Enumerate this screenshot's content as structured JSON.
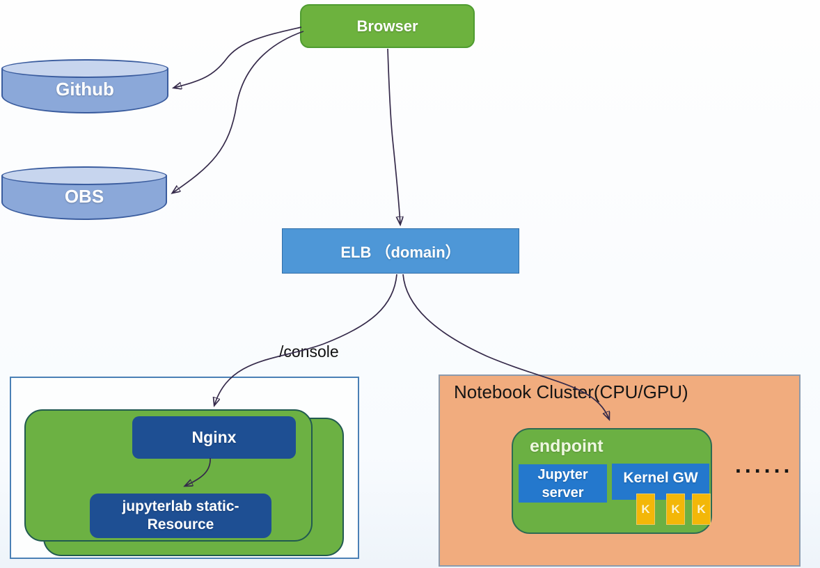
{
  "diagram": {
    "browser": {
      "label": "Browser"
    },
    "github": {
      "label": "Github"
    },
    "obs": {
      "label": "OBS"
    },
    "elb": {
      "label": "ELB （domain）"
    },
    "edge_console": {
      "label": "/console"
    },
    "console_cluster": {
      "nginx": {
        "label": "Nginx"
      },
      "static_resource": {
        "line1": "jupyterlab static-",
        "line2": "Resource"
      }
    },
    "notebook_cluster": {
      "title": "Notebook Cluster(CPU/GPU)",
      "endpoint": {
        "label": "endpoint"
      },
      "jupyter_server": {
        "line1": "Jupyter",
        "line2": "server"
      },
      "kernel_gw": {
        "label": "Kernel GW"
      },
      "kernels": [
        "K",
        "K",
        "K"
      ],
      "ellipsis": "......"
    },
    "colors": {
      "node_green": "#6cb143",
      "node_blue": "#4e97d7",
      "dark_blue": "#1e4f93",
      "bright_blue": "#2478cd",
      "cylinder_blue": "#8ba8d9",
      "cluster_orange": "#f1ac7e",
      "kernel_gold": "#f3b708",
      "arrow": "#352a4a"
    }
  }
}
